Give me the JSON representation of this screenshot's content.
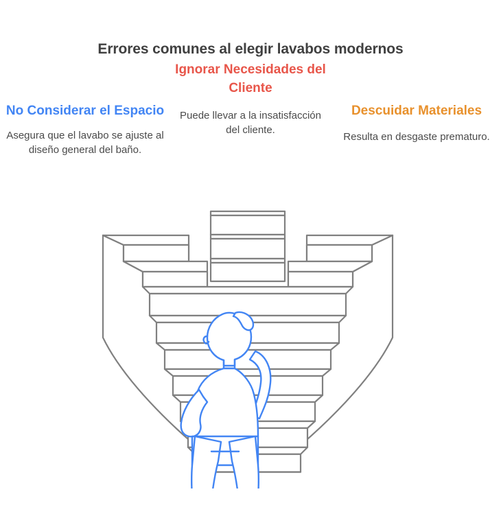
{
  "page": {
    "title": "Errores comunes al elegir lavabos modernos",
    "background_color": "#ffffff"
  },
  "colors": {
    "title": "#404040",
    "body_text": "#4a4a4a",
    "accent_blue": "#4285f4",
    "accent_red": "#e8564a",
    "accent_orange": "#e8912d",
    "illustration_stroke": "#808080",
    "figure_stroke": "#4285f4"
  },
  "columns": [
    {
      "id": "no-considerar-el-espacio",
      "heading": "No Considerar el Espacio",
      "body": "Asegura que el lavabo se ajuste al diseño general del baño.",
      "color": "#4285f4"
    },
    {
      "id": "ignorar-necesidades-del-cliente",
      "heading": "Ignorar Necesidades del Cliente",
      "body": "Puede llevar a la insatisfacción del cliente.",
      "color": "#e8564a"
    },
    {
      "id": "descuidar-materiales",
      "heading": "Descuidar Materiales",
      "body": "Resulta en desgaste prematuro.",
      "color": "#e8912d"
    }
  ],
  "illustration": {
    "name": "inverted-staircase-amphitheater-with-confused-person",
    "description": "Line-art of an inverted stepped amphitheater / funnel structure with a small person standing at the bottom center, one hand on head and one hand on hip."
  }
}
